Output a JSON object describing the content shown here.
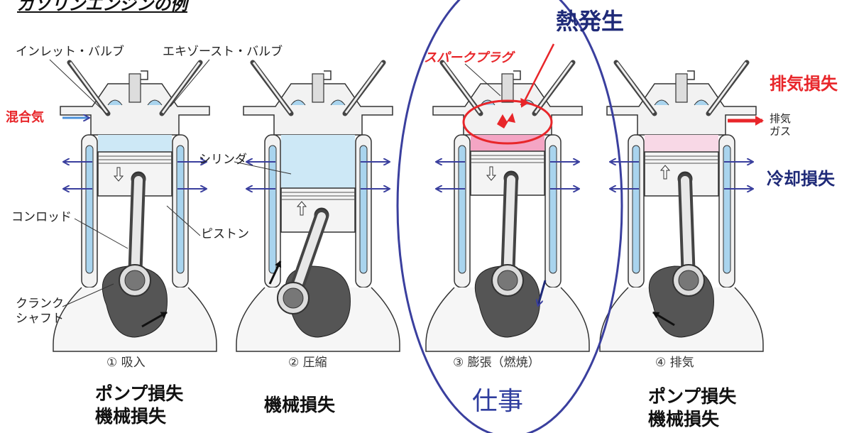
{
  "title": "ガソリンエンジンの例",
  "labels": {
    "inlet_valve": "インレット・バルブ",
    "exhaust_valve": "エキゾースト・バルブ",
    "mixture": "混合気",
    "cylinder": "シリンダ",
    "conrod": "コンロッド",
    "piston": "ピストン",
    "crankshaft_1": "クランク",
    "crankshaft_2": "シャフト",
    "spark_plug": "スパークプラグ",
    "heat_generation": "熱発生",
    "exhaust_gas_1": "排気",
    "exhaust_gas_2": "ガス",
    "exhaust_loss": "排気損失",
    "cooling_loss": "冷却損失",
    "work": "仕事"
  },
  "strokes": [
    {
      "caption": "① 吸入",
      "losses": [
        "ポンプ損失",
        "機械損失"
      ]
    },
    {
      "caption": "② 圧縮",
      "losses": [
        "機械損失"
      ]
    },
    {
      "caption": "③ 膨張（燃焼）",
      "losses": []
    },
    {
      "caption": "④ 排気",
      "losses": [
        "ポンプ損失",
        "機械損失"
      ]
    }
  ],
  "colors": {
    "arrow_navy": "#3a3f9e",
    "accent_red": "#e8262a",
    "coolant_blue": "#a9d4ee",
    "intake_blue": "#cde8f6",
    "combustion_pink": "#f4a5c4",
    "exhaust_pink": "#f8d8e6",
    "crank_dark": "#555555"
  }
}
